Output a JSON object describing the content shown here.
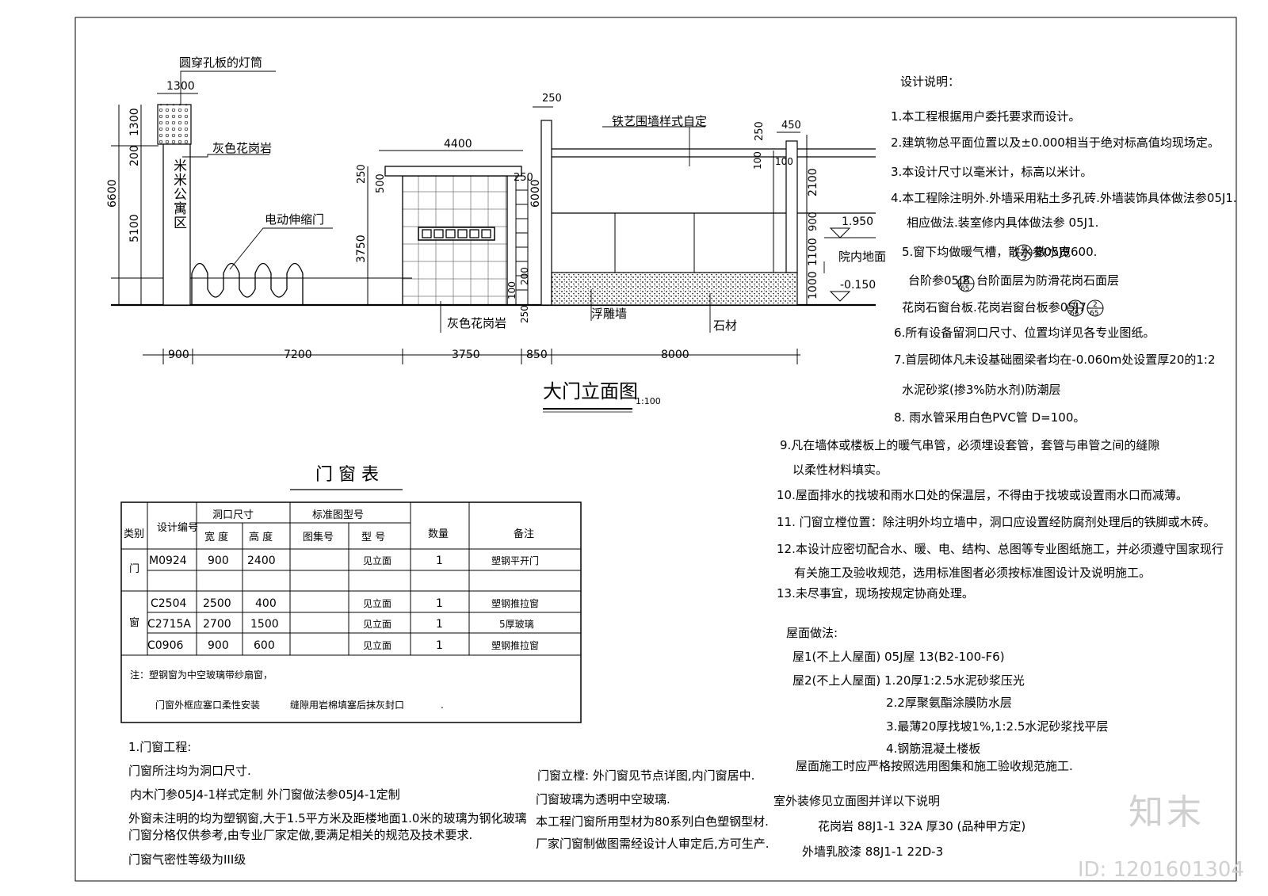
{
  "elevation": {
    "title": "大门立面图",
    "scale": "1:100",
    "labels": {
      "lamp": "圆穿孔板的灯筒",
      "granite_grey_1": "灰色花岗岩",
      "gate": "电动伸缩门",
      "iron_fence": "铁艺围墙样式自定",
      "courtyard": "院内地面",
      "granite_grey_2": "灰色花岗岩",
      "relief": "浮雕墙",
      "stone": "石材",
      "pillar_text": "米米公寓区"
    },
    "dims": {
      "d1300": "1300",
      "d6600": "6600",
      "d1300v": "1300",
      "d200": "200",
      "d5100": "5100",
      "d4400": "4400",
      "d250a": "250",
      "d500": "500",
      "d3750v": "3750",
      "d250b": "250",
      "d250c": "250",
      "d6000": "6000",
      "d100a": "100",
      "d200b": "200",
      "d250d": "250",
      "d250e": "250",
      "d450": "450",
      "d100b": "100",
      "d100c": "100",
      "d2100": "2100",
      "d900": "900",
      "d1100": "1100",
      "d1000": "1000",
      "lvl1": "1.950",
      "lvl2": "-0.150",
      "b900": "900",
      "b7200": "7200",
      "b3750": "3750",
      "b850": "850",
      "b8000": "8000"
    }
  },
  "window_table": {
    "title": "门 窗 表",
    "headers": {
      "category": "类别",
      "design_no": "设计编号",
      "opening": "洞口尺寸",
      "width": "宽 度",
      "height": "高 度",
      "std": "标准图型号",
      "atlas": "图集号",
      "model": "型 号",
      "qty": "数量",
      "remark": "备注"
    },
    "door_label": "门",
    "window_label": "窗",
    "rows": [
      {
        "no": "M0924",
        "w": "900",
        "h": "2400",
        "model": "见立面",
        "qty": "1",
        "remark": "塑钢平开门"
      },
      {
        "no": "C2504",
        "w": "2500",
        "h": "400",
        "model": "见立面",
        "qty": "1",
        "remark": "塑钢推拉窗"
      },
      {
        "no": "C2715A",
        "w": "2700",
        "h": "1500",
        "model": "见立面",
        "qty": "1",
        "remark": "5厚玻璃"
      },
      {
        "no": "C0906",
        "w": "900",
        "h": "600",
        "model": "见立面",
        "qty": "1",
        "remark": "塑钢推拉窗"
      }
    ],
    "note1": "注：塑钢窗为中空玻璃带纱扇窗，",
    "note2": "门窗外框应塞口柔性安装",
    "note3": "缝隙用岩棉填塞后抹灰封口",
    "note4": "."
  },
  "design_notes": {
    "title": "设计说明：",
    "lines": [
      "1.本工程根据用户委托要求而设计。",
      "2.建筑物总平面位置以及±0.000相当于绝对标高值均现场定。",
      "3.本设计尺寸以毫米计，标高以米计。",
      "4.本工程除注明外.外墙采用粘土多孔砖.外墙装饰具体做法参05J1.",
      "相应做法.装室修内具体做法参 05J1.",
      "5.窗下均做暖气槽，散水参05J9",
      "散水宽600.",
      "台阶参05J8",
      "台阶面层为防滑花岗石面层",
      "花岗石窗台板.花岗岩窗台板参05J7-",
      "6.所有设备留洞口尺寸、位置均详见各专业图纸。",
      "7.首层砌体凡未设基础圈梁者均在-0.060m处设置厚20的1:2",
      "水泥砂浆(掺3%防水剂)防潮层",
      "8. 雨水管采用白色PVC管 D=100。",
      "9.凡在墙体或楼板上的暖气串管，必须埋设套管，套管与串管之间的缝隙",
      "以柔性材料填实。",
      "10.屋面排水的找坡和雨水口处的保温层，不得由于找坡或设置雨水口而减薄。",
      "11. 门窗立樘位置：除注明外均立墙中，洞口应设置经防腐剂处理后的铁脚或木砖。",
      "12.本设计应密切配合水、暖、电、结构、总图等专业图纸施工，并必须遵守国家现行",
      "有关施工及验收规范，选用标准图者必须按标准图设计及说明施工。",
      "13.未尽事宜，现场按规定协商处理。"
    ],
    "circle_a_top": "5",
    "circle_a_bot": "3",
    "circle_b_top": "2",
    "circle_b_bot": "65",
    "circle_c_top": "6",
    "circle_c_bot": "65",
    "circle_d_top": "2",
    "circle_d_bot": "65"
  },
  "roof": {
    "title": "屋面做法:",
    "lines": [
      "屋1(不上人屋面) 05J屋 13(B2-100-F6)",
      "屋2(不上人屋面)  1.20厚1:2.5水泥砂浆压光",
      "2.2厚聚氨酯涂膜防水层",
      "3.最薄20厚找坡1%,1:2.5水泥砂浆找平层",
      "4.钢筋混凝土楼板",
      "屋面施工时应严格按照选用图集和施工验收规范施工.",
      "室外装修见立面图并详以下说明",
      "花岗岩 88J1-1    32A   厚30  (品种甲方定)",
      "外墙乳胶漆 88J1-1 22D-3"
    ]
  },
  "door_notes": {
    "lines": [
      "1.门窗工程:",
      "门窗所注均为洞口尺寸.",
      "内木门参05J4-1样式定制    外门窗做法参05J4-1定制",
      "外窗未注明的均为塑钢窗,大于1.5平方米及距楼地面1.0米的玻璃为钢化玻璃",
      "门窗分格仅供参考,由专业厂家定做,要满足相关的规范及技术要求.",
      "门窗气密性等级为III级"
    ],
    "lines2": [
      "门窗立樘: 外门窗见节点详图,内门窗居中.",
      "门窗玻璃为透明中空玻璃.",
      "本工程门窗所用型材为80系列白色塑钢型材.",
      "厂家门窗制做图需经设计人审定后,方可生产."
    ]
  },
  "watermark": {
    "brand": "知末",
    "id": "ID: 1201601304"
  }
}
